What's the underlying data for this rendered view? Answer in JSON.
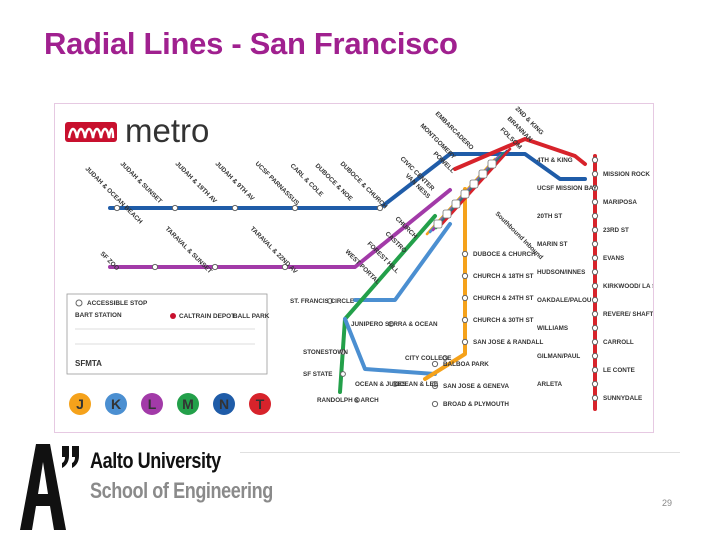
{
  "slide": {
    "title": "Radial Lines - San Francisco",
    "page_number": "29",
    "accent_color": "#a0208f"
  },
  "map": {
    "brand": "metro",
    "brand_colors": {
      "muni_red": "#c8102e"
    },
    "lines": [
      {
        "letter": "J",
        "color": "#f5a21b"
      },
      {
        "letter": "K",
        "color": "#4b8fd1"
      },
      {
        "letter": "L",
        "color": "#a23aa8"
      },
      {
        "letter": "M",
        "color": "#23a04a"
      },
      {
        "letter": "N",
        "color": "#1f5ca8"
      },
      {
        "letter": "T",
        "color": "#d7232b"
      }
    ],
    "branch_labels": [
      "JUDAH & OCEAN BEACH",
      "JUDAH & SUNSET",
      "JUDAH & 19TH AV",
      "JUDAH & 9TH AV",
      "UCSF PARNASSUS",
      "CARL & COLE",
      "DUBOCE & NOE",
      "DUBOCE & CHURCH",
      "TARAVAL & SUNSET",
      "SF ZOO",
      "TARAVAL & 22ND AV",
      "EMBARCADERO",
      "MONTGOMERY",
      "POWELL",
      "CIVIC CENTER",
      "VAN NESS",
      "CHURCH",
      "CASTRO",
      "FOREST HILL",
      "WEST PORTAL",
      "2ND & KING",
      "BRANNAN",
      "FOLSOM",
      "Southbound Inbound"
    ],
    "stations_right": [
      "4TH & KING",
      "MISSION ROCK",
      "UCSF MISSION BAY",
      "MARIPOSA",
      "20TH ST",
      "23RD ST",
      "MARIN ST",
      "EVANS",
      "HUDSON/INNES",
      "KIRKWOOD/ LA SALLE",
      "OAKDALE/PALOU",
      "REVERE/ SHAFTER",
      "WILLIAMS",
      "CARROLL",
      "GILMAN/PAUL",
      "LE CONTE",
      "ARLETA",
      "SUNNYDALE"
    ],
    "stations_j_line": [
      "DUBOCE & CHURCH",
      "CHURCH & 18TH ST",
      "CHURCH & 24TH ST",
      "CHURCH & 30TH ST",
      "SAN JOSE & RANDALL",
      "BALBOA PARK",
      "SAN JOSE & GENEVA",
      "BROAD & PLYMOUTH"
    ],
    "stations_sw": [
      "ST. FRANCIS CIRCLE",
      "JUNIPERO SERRA & OCEAN",
      "STONESTOWN",
      "SF STATE",
      "OCEAN & JULES",
      "OCEAN & LEE",
      "CITY COLLEGE",
      "RANDOLPH & ARCH"
    ],
    "legend": {
      "items": [
        "ACCESSIBLE STOP",
        "BART STATION",
        "CALTRAIN DEPOT",
        "BALL PARK",
        "SFMTA"
      ]
    }
  },
  "footer": {
    "university": "Aalto University",
    "school": "School of Engineering"
  }
}
